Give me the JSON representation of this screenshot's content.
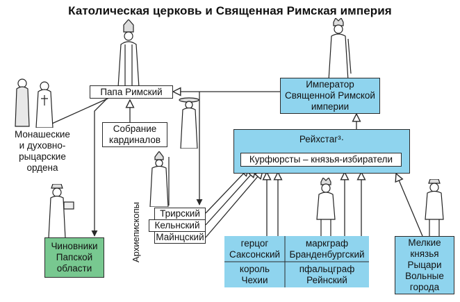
{
  "title": "Католическая церковь и Священная Римская империя",
  "pope": "Папа Римский",
  "cardinals": "Собрание\nкардиналов",
  "orders": "Монашеские\nи духовно-\nрыцарские\nордена",
  "officials": "Чиновники\nПапской\nобласти",
  "emperor": "Император\nСвященной Римской\nимперии",
  "reichstag": "Рейхстаг³·",
  "electors": "Курфюрсты – князья-избиратели",
  "archbishops_label": "Архиепископы",
  "archbishops": [
    "Трирский",
    "Кельнский",
    "Майнцский"
  ],
  "secular_electors": [
    "герцог\nСаксонский",
    "маркграф\nБранденбургский",
    "король\nЧехии",
    "пфальцграф\nРейнский"
  ],
  "minor": "Мелкие\nкнязья\nРыцари\nВольные\nгорода",
  "colors": {
    "blue": "#8fd4ee",
    "green": "#78c890",
    "line": "#2a2a2a"
  }
}
